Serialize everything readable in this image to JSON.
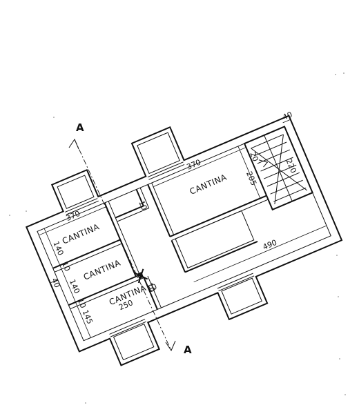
{
  "rooms": [
    "CANTINA",
    "CANTINA",
    "CANTINA",
    "CANTINA"
  ],
  "section_marks": [
    "A",
    "A"
  ],
  "dimensions": {
    "top_width": "370",
    "top_left_width": "370",
    "top_right_thickness": "40",
    "right_room_depth": "205",
    "stair_a": "20",
    "stair_b": "220",
    "bottom_right_width": "490",
    "left_thickness": "40",
    "cellar1_depth": "140",
    "cellar2_depth": "140",
    "partition1": "10",
    "partition2": "10",
    "partition3": "10",
    "corridor_thickness": "10",
    "lower_depth": "145",
    "lower_width": "250",
    "tail_thickness": "10"
  }
}
